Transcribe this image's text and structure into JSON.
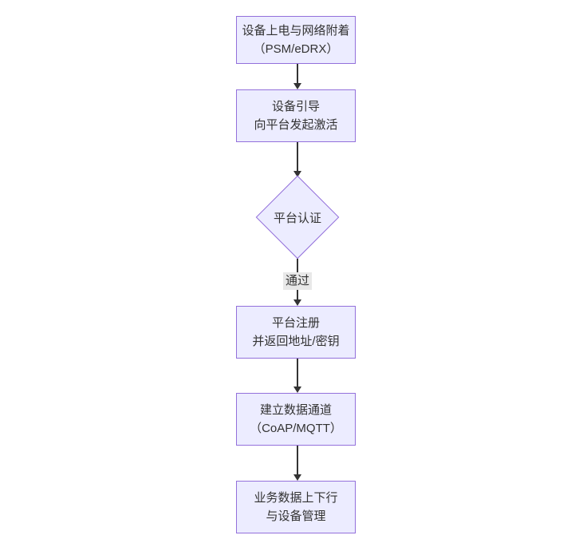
{
  "diagram": {
    "type": "flowchart",
    "direction": "top-down",
    "colors": {
      "canvas_bg": "#ffffff",
      "node_fill": "#ECECFF",
      "node_border": "#9370DB",
      "text": "#333333",
      "edge": "#333333",
      "edge_label_bg": "#e8e8e8"
    },
    "nodes": {
      "power_attach": {
        "line1": "设备上电与网络附着",
        "line2": "（PSM/eDRX）"
      },
      "bootstrap": {
        "line1": "设备引导",
        "line2": "向平台发起激活"
      },
      "auth": {
        "label": "平台认证"
      },
      "register": {
        "line1": "平台注册",
        "line2": "并返回地址/密钥"
      },
      "channel": {
        "line1": "建立数据通道",
        "line2": "（CoAP/MQTT）"
      },
      "business": {
        "line1": "业务数据上下行",
        "line2": "与设备管理"
      }
    },
    "edges": {
      "pass_label": "通过"
    }
  }
}
